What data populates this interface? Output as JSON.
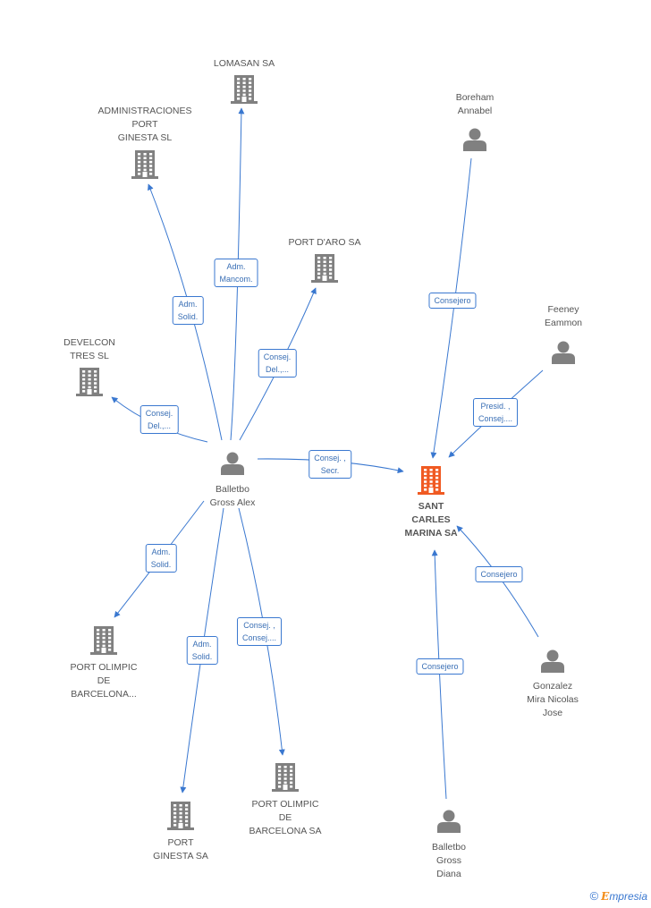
{
  "colors": {
    "edge": "#3a78d0",
    "icon": "#808080",
    "main_icon": "#f05a22"
  },
  "nodes": [
    {
      "id": "lomasan",
      "type": "company",
      "label": "LOMASAN SA"
    },
    {
      "id": "adm_port_ginesta",
      "type": "company",
      "label": "ADMINISTRACIONES\nPORT\nGINESTA SL"
    },
    {
      "id": "port_daro",
      "type": "company",
      "label": "PORT D'ARO SA"
    },
    {
      "id": "develcon",
      "type": "company",
      "label": "DEVELCON\nTRES SL"
    },
    {
      "id": "balletbo_alex",
      "type": "person",
      "label": "Balletbo\nGross Alex"
    },
    {
      "id": "sant_carles",
      "type": "company",
      "main": true,
      "label": "SANT\nCARLES\nMARINA SA"
    },
    {
      "id": "boreham",
      "type": "person",
      "label": "Boreham\nAnnabel"
    },
    {
      "id": "feeney",
      "type": "person",
      "label": "Feeney\nEammon"
    },
    {
      "id": "gonzalez",
      "type": "person",
      "label": "Gonzalez\nMira Nicolas\nJose"
    },
    {
      "id": "balletbo_diana",
      "type": "person",
      "label": "Balletbo\nGross\nDiana"
    },
    {
      "id": "port_olimpic_1",
      "type": "company",
      "label": "PORT OLIMPIC\nDE\nBARCELONA..."
    },
    {
      "id": "port_ginesta",
      "type": "company",
      "label": "PORT\nGINESTA SA"
    },
    {
      "id": "port_olimpic_2",
      "type": "company",
      "label": "PORT OLIMPIC\nDE\nBARCELONA SA"
    }
  ],
  "edges": [
    {
      "from": "balletbo_alex",
      "to": "lomasan",
      "label": "Adm.\nMancom."
    },
    {
      "from": "balletbo_alex",
      "to": "adm_port_ginesta",
      "label": "Adm.\nSolid."
    },
    {
      "from": "balletbo_alex",
      "to": "port_daro",
      "label": "Consej.\nDel.,..."
    },
    {
      "from": "balletbo_alex",
      "to": "develcon",
      "label": "Consej.\nDel.,..."
    },
    {
      "from": "balletbo_alex",
      "to": "sant_carles",
      "label": "Consej. ,\nSecr."
    },
    {
      "from": "balletbo_alex",
      "to": "port_olimpic_1",
      "label": "Adm.\nSolid."
    },
    {
      "from": "balletbo_alex",
      "to": "port_ginesta",
      "label": "Adm.\nSolid."
    },
    {
      "from": "balletbo_alex",
      "to": "port_olimpic_2",
      "label": "Consej. ,\nConsej...."
    },
    {
      "from": "boreham",
      "to": "sant_carles",
      "label": "Consejero"
    },
    {
      "from": "feeney",
      "to": "sant_carles",
      "label": "Presid. ,\nConsej...."
    },
    {
      "from": "gonzalez",
      "to": "sant_carles",
      "label": "Consejero"
    },
    {
      "from": "balletbo_diana",
      "to": "sant_carles",
      "label": "Consejero"
    }
  ],
  "footer": {
    "copyright": "©",
    "brand_initial": "E",
    "brand_rest": "mpresia"
  }
}
